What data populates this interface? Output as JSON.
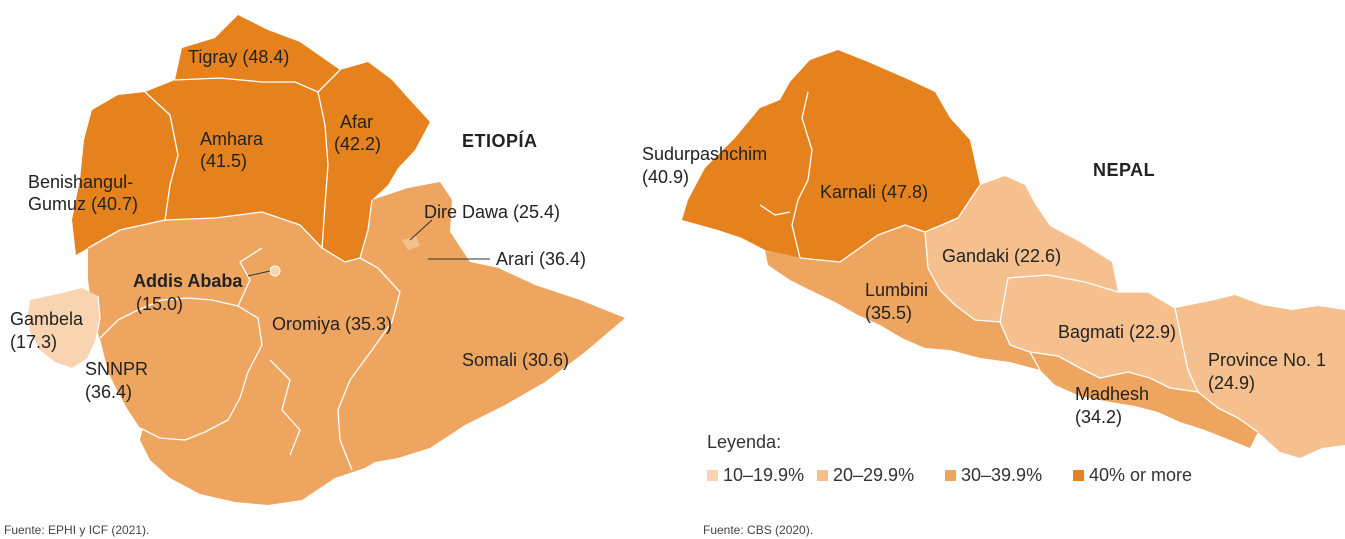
{
  "colors": {
    "c1": "#f8d4b0",
    "c2": "#f5c08e",
    "c3": "#eea55f",
    "c4": "#e6821e"
  },
  "ethiopia": {
    "title": "ETIOPÍA",
    "source": "Fuente: EPHI y ICF (2021).",
    "regions": [
      {
        "id": "tigray",
        "name": "Tigray",
        "value": "48.4",
        "class": "c4",
        "label": "Tigray (48.4)"
      },
      {
        "id": "afar",
        "name": "Afar",
        "value": "42.2",
        "class": "c4",
        "label_l1": "Afar",
        "label_l2": "(42.2)"
      },
      {
        "id": "amhara",
        "name": "Amhara",
        "value": "41.5",
        "class": "c4",
        "label_l1": "Amhara",
        "label_l2": "(41.5)"
      },
      {
        "id": "benishangul",
        "name": "Benishangul-Gumuz",
        "value": "40.7",
        "class": "c4",
        "label_l1": "Benishangul-",
        "label_l2": "Gumuz (40.7)"
      },
      {
        "id": "dire-dawa",
        "name": "Dire Dawa",
        "value": "25.4",
        "class": "c2",
        "label": "Dire Dawa (25.4)"
      },
      {
        "id": "arari",
        "name": "Arari",
        "value": "36.4",
        "class": "c3",
        "label": "Arari (36.4)"
      },
      {
        "id": "addis",
        "name": "Addis Ababa",
        "value": "15.0",
        "class": "c1",
        "label_l1": "Addis Ababa",
        "label_l2": "(15.0)"
      },
      {
        "id": "gambela",
        "name": "Gambela",
        "value": "17.3",
        "class": "c1",
        "label_l1": "Gambela",
        "label_l2": "(17.3)"
      },
      {
        "id": "oromiya",
        "name": "Oromiya",
        "value": "35.3",
        "class": "c3",
        "label": "Oromiya (35.3)"
      },
      {
        "id": "somali",
        "name": "Somali",
        "value": "30.6",
        "class": "c3",
        "label": "Somali (30.6)"
      },
      {
        "id": "snnpr",
        "name": "SNNPR",
        "value": "36.4",
        "class": "c3",
        "label_l1": "SNNPR",
        "label_l2": "(36.4)"
      }
    ]
  },
  "nepal": {
    "title": "NEPAL",
    "source": "Fuente: CBS (2020).",
    "regions": [
      {
        "id": "sudurpashchim",
        "name": "Sudurpashchim",
        "value": "40.9",
        "class": "c4",
        "label_l1": "Sudurpashchim",
        "label_l2": "(40.9)"
      },
      {
        "id": "karnali",
        "name": "Karnali",
        "value": "47.8",
        "class": "c4",
        "label": "Karnali (47.8)"
      },
      {
        "id": "lumbini",
        "name": "Lumbini",
        "value": "35.5",
        "class": "c3",
        "label_l1": "Lumbini",
        "label_l2": "(35.5)"
      },
      {
        "id": "gandaki",
        "name": "Gandaki",
        "value": "22.6",
        "class": "c2",
        "label": "Gandaki (22.6)"
      },
      {
        "id": "bagmati",
        "name": "Bagmati",
        "value": "22.9",
        "class": "c2",
        "label": "Bagmati (22.9)"
      },
      {
        "id": "madhesh",
        "name": "Madhesh",
        "value": "34.2",
        "class": "c3",
        "label_l1": "Madhesh",
        "label_l2": "(34.2)"
      },
      {
        "id": "province1",
        "name": "Province No. 1",
        "value": "24.9",
        "class": "c2",
        "label_l1": "Province No. 1",
        "label_l2": "(24.9)"
      }
    ]
  },
  "legend": {
    "title": "Leyenda:",
    "items": [
      {
        "label": "10–19.9%",
        "class": "c1"
      },
      {
        "label": "20–29.9%",
        "class": "c2"
      },
      {
        "label": "30–39.9%",
        "class": "c3"
      },
      {
        "label": "40% or more",
        "class": "c4"
      }
    ]
  }
}
